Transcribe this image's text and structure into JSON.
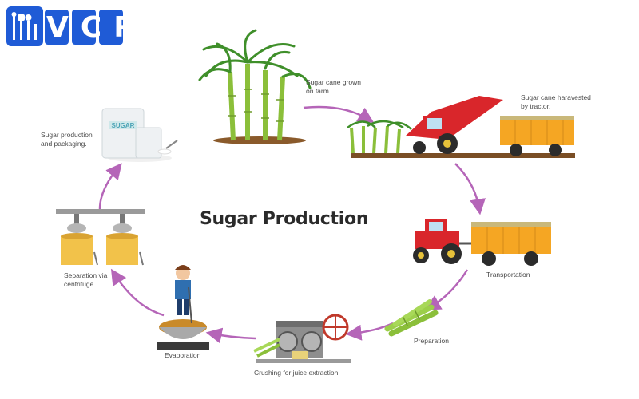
{
  "logo": {
    "text": "VCR",
    "color": "#1f5bd6"
  },
  "title": "Sugar Production",
  "arrow_color": "#b565b8",
  "steps": [
    {
      "label": "Sugar cane grown\non farm.",
      "icon": "sugar-cane-plants"
    },
    {
      "label": "Sugar cane haravested\nby tractor.",
      "icon": "harvester-tractor"
    },
    {
      "label": "Transportation",
      "icon": "tractor-trailer"
    },
    {
      "label": "Preparation",
      "icon": "cut-cane-stalks"
    },
    {
      "label": "Crushing for juice extraction.",
      "icon": "crushing-machine"
    },
    {
      "label": "Evaporation",
      "icon": "boiling-pot-with-worker"
    },
    {
      "label": "Separation via\ncentrifuge.",
      "icon": "centrifuge-tanks"
    },
    {
      "label": "Sugar production\nand packaging.",
      "icon": "sugar-bags"
    }
  ],
  "bag_text": "SUGAR"
}
